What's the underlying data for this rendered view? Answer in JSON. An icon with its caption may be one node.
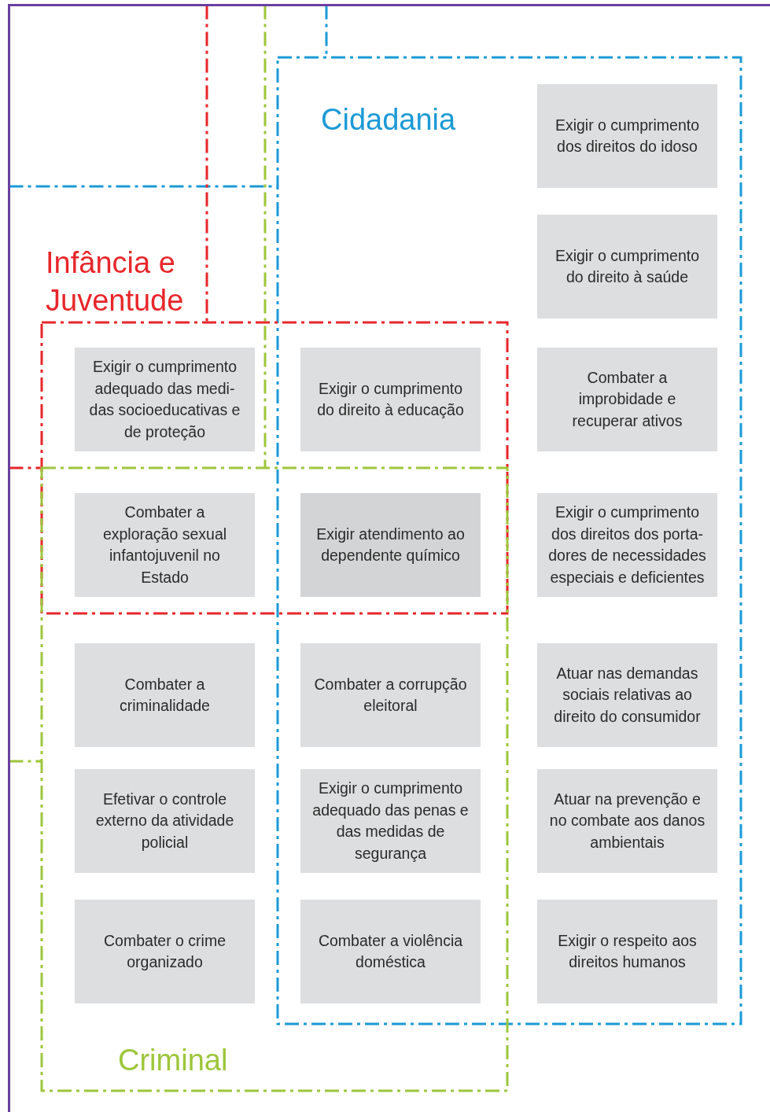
{
  "diagram": {
    "nodes": [
      {
        "text": [],
        "shape": "box"
      },
      {
        "text": [
          "Cidadania"
        ],
        "in": 0
      },
      {
        "text": [
          "Infância e Juventude"
        ],
        "in": 0
      },
      {
        "text": [
          "Criminal"
        ],
        "in": 0
      },
      {
        "text": [
          "Exigir o cumprimento dos direitos do idoso"
        ],
        "in": 1
      },
      {
        "text": [
          "Exigir o cumprimento do direito à saúde"
        ],
        "in": 1
      },
      {
        "text": [
          "Exigir o cumprimento adequado das medi-das socioeducativas e de proteção"
        ],
        "in": 2
      },
      {
        "text": [
          "Exigir o cumprimento do direito à educação"
        ]
      },
      {
        "text": [
          "Combater a improbidade e recuperar ativos"
        ],
        "in": 1
      },
      {
        "text": [
          "Combater a exploração sexual infantojuvenil no Estado"
        ]
      },
      {
        "text": [
          "Exigir atendimento ao dependente químico"
        ]
      },
      {
        "text": [
          "Exigir o cumprimento dos direitos dos porta-dores de necessidades especiais e deficientes"
        ],
        "in": 1
      },
      {
        "text": [
          "Combater a criminalidade"
        ],
        "in": 3
      },
      {
        "text": [
          "Combater a corrupção eleitoral"
        ]
      },
      {
        "text": [
          "Atuar nas demandas sociais relativas ao direito do consumidor"
        ],
        "in": 1
      },
      {
        "text": [
          "Efetivar o controle externo da atividade policial"
        ],
        "in": 3
      },
      {
        "text": [
          "Exigir o cumprimento adequado das penas e das medidas de segurança"
        ]
      },
      {
        "text": [
          "Atuar na prevenção e no combate aos danos ambientais"
        ],
        "in": 1
      },
      {
        "text": [
          "Combater o crime organizado"
        ],
        "in": 3
      },
      {
        "text": [
          "Combater a violência doméstica"
        ]
      },
      {
        "text": [
          "Exigir o respeito aos direitos humanos"
        ],
        "in": 1
      }
    ],
    "edges": [
      {
        "from": 0,
        "to": 1,
        "arrow": "none",
        "style": "dashed",
        "color": "#1b9ad6"
      },
      {
        "from": 0,
        "to": 1,
        "arrow": "none",
        "style": "dashed",
        "color": "#1b9ad6"
      },
      {
        "from": 0,
        "to": 2,
        "arrow": "none",
        "style": "dashed",
        "color": "#e8262a"
      },
      {
        "from": 0,
        "to": 2,
        "arrow": "none",
        "style": "dashed",
        "color": "#e8262a"
      },
      {
        "from": 0,
        "to": 3,
        "arrow": "none",
        "style": "dashed",
        "color": "#9dc63b"
      },
      {
        "from": 0,
        "to": 3,
        "arrow": "none",
        "style": "dashed",
        "color": "#9dc63b"
      }
    ]
  }
}
